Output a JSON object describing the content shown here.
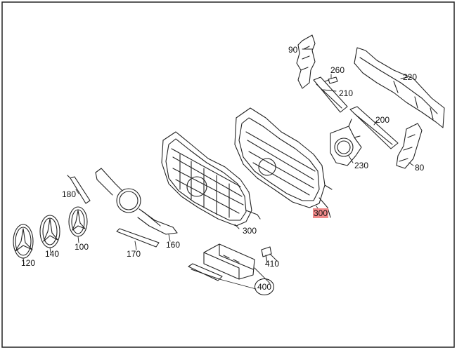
{
  "diagram": {
    "colors": {
      "stroke": "#222222",
      "highlight": "#f08a8a",
      "background": "#ffffff"
    },
    "labels": {
      "p90": "90",
      "p260": "260",
      "p210": "210",
      "p220": "220",
      "p200": "200",
      "p230": "230",
      "p80": "80",
      "p180": "180",
      "p300_highlighted": "300",
      "p300": "300",
      "p160": "160",
      "p170": "170",
      "p120": "120",
      "p140": "140",
      "p100": "100",
      "p410": "410",
      "p400": "400"
    }
  }
}
